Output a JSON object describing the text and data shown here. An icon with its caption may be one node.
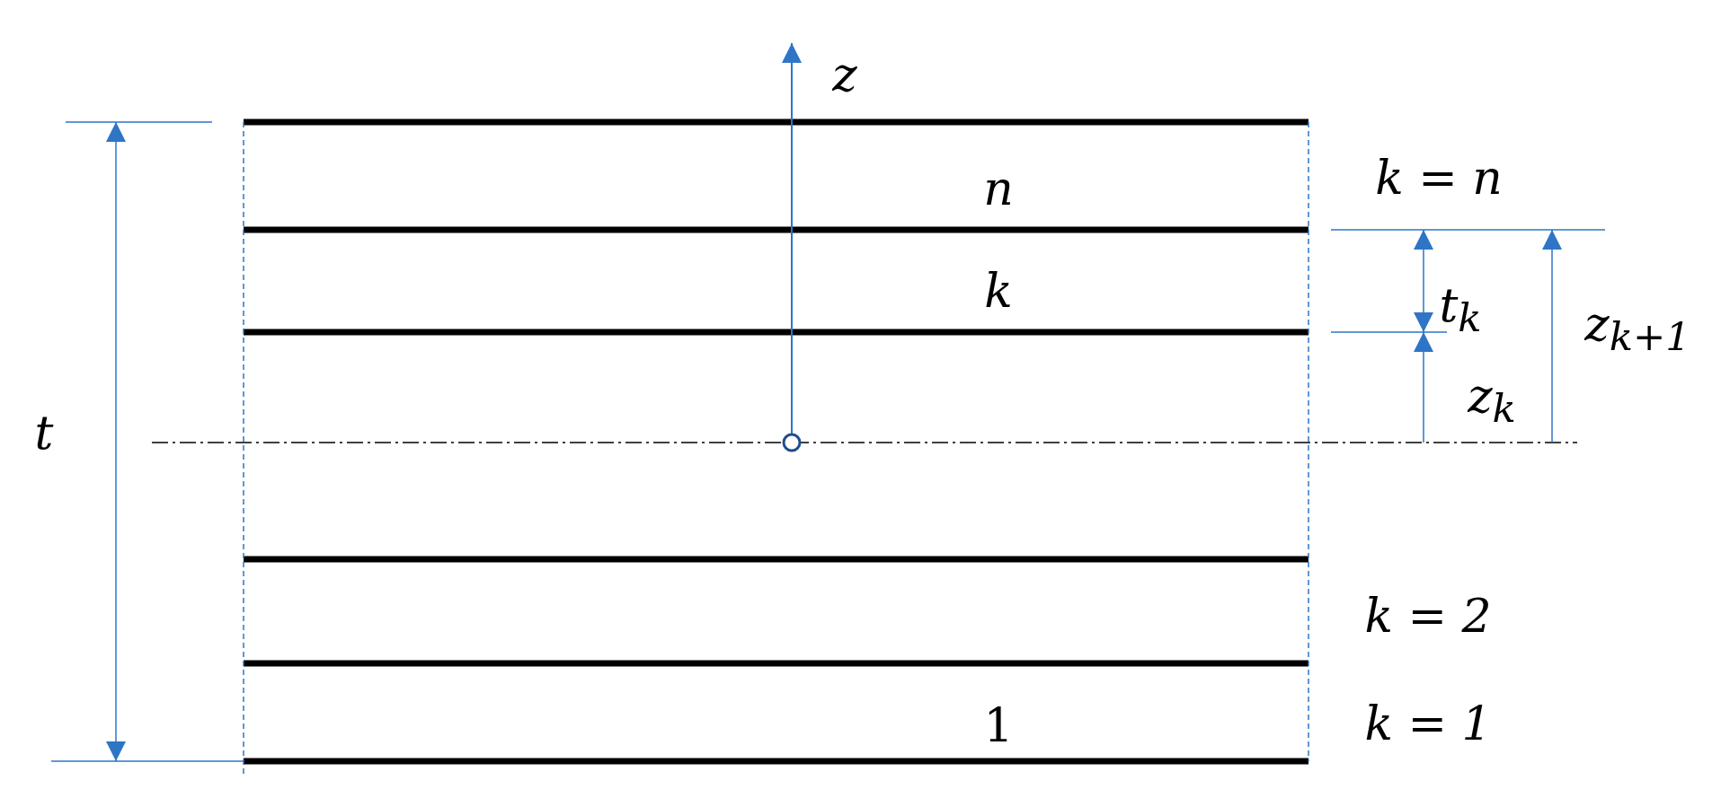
{
  "diagram": {
    "labels": [
      "z",
      "n",
      "k = n",
      "k",
      "t$_{k}$",
      "z$_{k+1}$",
      "t",
      "z$_{k}$",
      "k = 2",
      "1",
      "k = 1"
    ]
  }
}
